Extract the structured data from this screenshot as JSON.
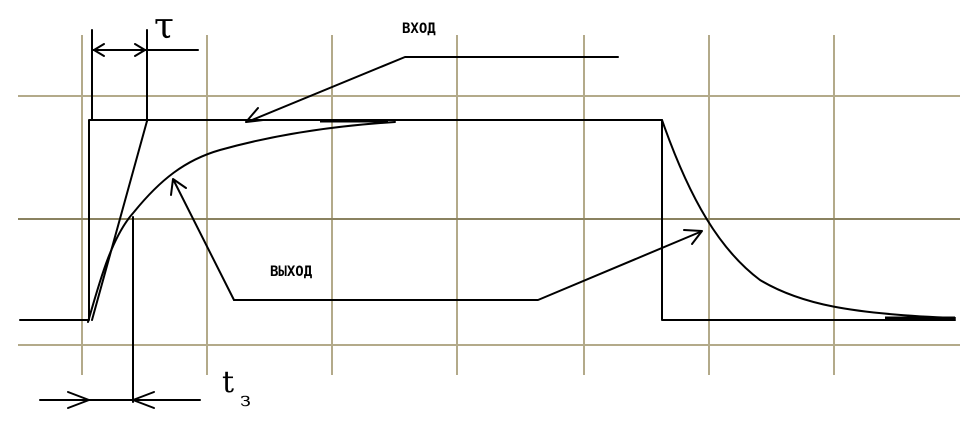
{
  "labels": {
    "input": "ВХОД",
    "output": "ВЫХОД",
    "tau": "τ",
    "t_letter": "t",
    "t_subscript": "з"
  },
  "colors": {
    "grid": "#b3aa8a",
    "grid_mid": "#8a8260",
    "ink": "#000000",
    "background": "#ffffff"
  }
}
